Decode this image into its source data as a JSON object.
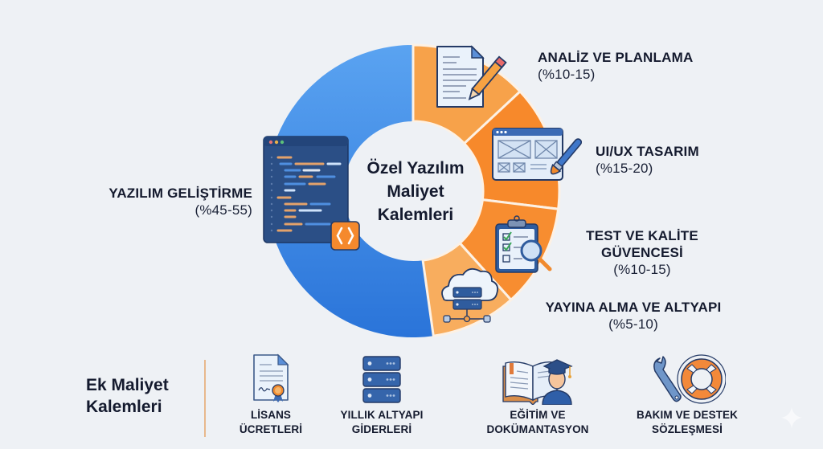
{
  "center": {
    "title_line1": "Özel Yazılım",
    "title_line2": "Maliyet",
    "title_line3": "Kalemleri"
  },
  "segments": [
    {
      "label": "ANALİZ VE PLANLAMA",
      "range": "(%10-15)",
      "icon": "document-pencil-icon",
      "color": "#f7a24a"
    },
    {
      "label": "UI/UX TASARIM",
      "range": "(%15-20)",
      "icon": "wireframe-brush-icon",
      "color": "#f7892b"
    },
    {
      "label_line1": "TEST VE KALİTE",
      "label_line2": "GÜVENCESİ",
      "range": "(%10-15)",
      "icon": "clipboard-magnifier-icon",
      "color": "#f78d30"
    },
    {
      "label": "YAYINA ALMA VE ALTYAPI",
      "range": "(%5-10)",
      "icon": "cloud-server-icon",
      "color": "#f8ad5e"
    },
    {
      "label": "YAZILIM GELİŞTİRME",
      "range": "(%45-55)",
      "icon": "code-editor-icon",
      "color": "#3d8ae6"
    }
  ],
  "extras": {
    "title_line1": "Ek Maliyet",
    "title_line2": "Kalemleri",
    "items": [
      {
        "line1": "LİSANS",
        "line2": "ÜCRETLERİ",
        "icon": "license-certificate-icon"
      },
      {
        "line1": "YILLIK ALTYAPI",
        "line2": "GİDERLERİ",
        "icon": "server-rack-icon"
      },
      {
        "line1": "EĞİTİM VE",
        "line2": "DOKÜMANTASYON",
        "icon": "book-graduate-icon"
      },
      {
        "line1": "BAKIM VE DESTEK",
        "line2": "SÖZLEŞMESİ",
        "icon": "wrench-lifebuoy-icon"
      }
    ]
  },
  "colors": {
    "background": "#eef1f5",
    "blue_light": "#56a0f0",
    "blue_dark": "#2c78dc",
    "orange_light": "#f8ad5e",
    "orange_dark": "#f7892b",
    "text": "#141a2e",
    "divider": "#e8b88c"
  },
  "chart_data": {
    "type": "pie",
    "title": "Özel Yazılım Maliyet Kalemleri",
    "categories": [
      "Analiz ve Planlama",
      "UI/UX Tasarım",
      "Test ve Kalite Güvencesi",
      "Yayına Alma ve Altyapı",
      "Yazılım Geliştirme"
    ],
    "ranges_percent": [
      [
        10,
        15
      ],
      [
        15,
        20
      ],
      [
        10,
        15
      ],
      [
        5,
        10
      ],
      [
        45,
        55
      ]
    ],
    "values": [
      13,
      14,
      11.5,
      9.5,
      52
    ],
    "donut": true,
    "legend": "labels placed beside slices"
  }
}
